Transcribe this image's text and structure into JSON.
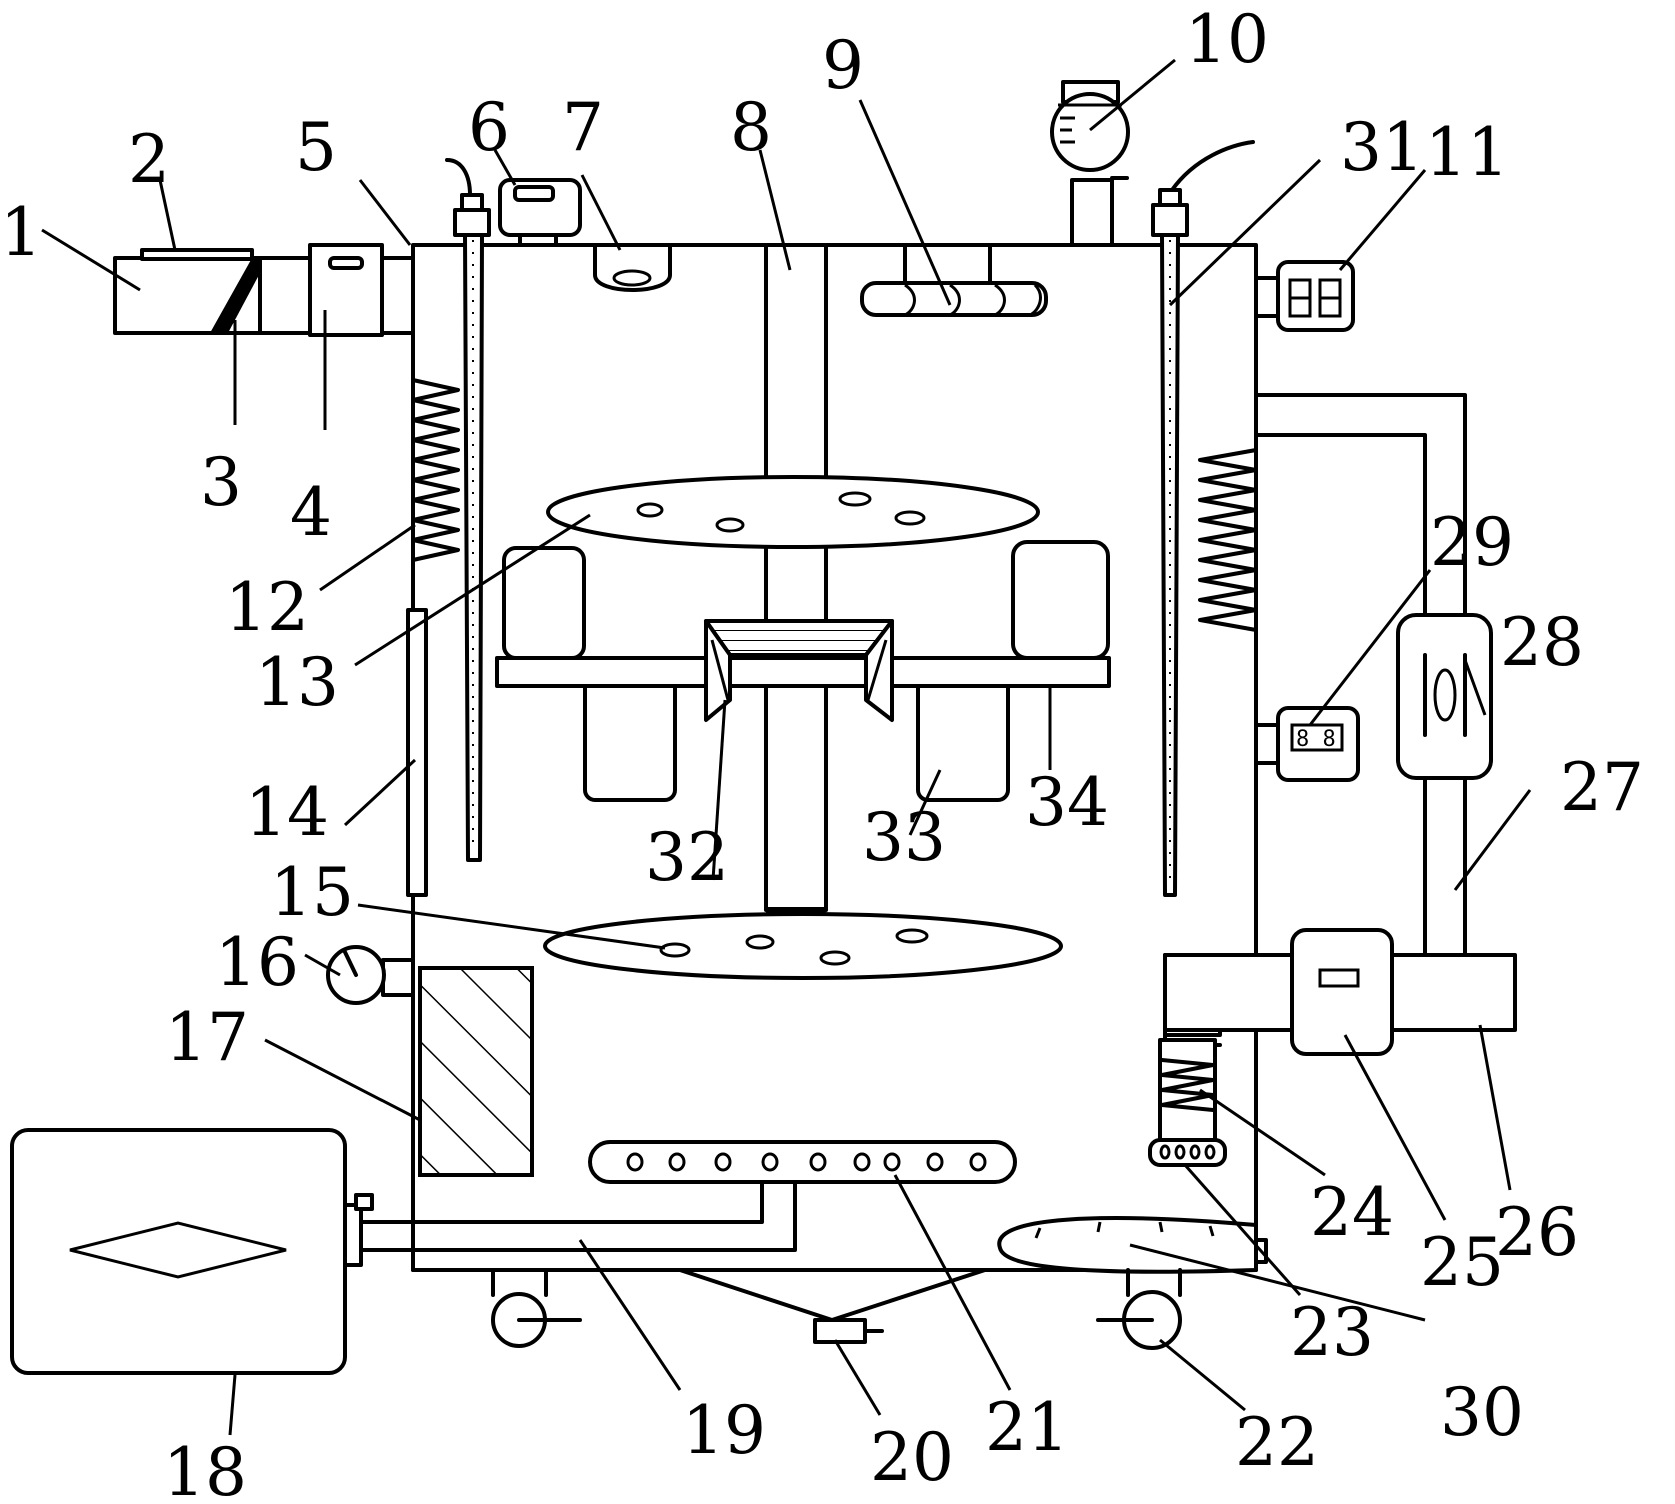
{
  "diagram": {
    "labels": [
      {
        "id": "1",
        "text": "1"
      },
      {
        "id": "2",
        "text": "2"
      },
      {
        "id": "3",
        "text": "3"
      },
      {
        "id": "4",
        "text": "4"
      },
      {
        "id": "5",
        "text": "5"
      },
      {
        "id": "6",
        "text": "6"
      },
      {
        "id": "7",
        "text": "7"
      },
      {
        "id": "8",
        "text": "8"
      },
      {
        "id": "9",
        "text": "9"
      },
      {
        "id": "10",
        "text": "10"
      },
      {
        "id": "11",
        "text": "11"
      },
      {
        "id": "12",
        "text": "12"
      },
      {
        "id": "13",
        "text": "13"
      },
      {
        "id": "14",
        "text": "14"
      },
      {
        "id": "15",
        "text": "15"
      },
      {
        "id": "16",
        "text": "16"
      },
      {
        "id": "17",
        "text": "17"
      },
      {
        "id": "18",
        "text": "18"
      },
      {
        "id": "19",
        "text": "19"
      },
      {
        "id": "20",
        "text": "20"
      },
      {
        "id": "21",
        "text": "21"
      },
      {
        "id": "22",
        "text": "22"
      },
      {
        "id": "23",
        "text": "23"
      },
      {
        "id": "24",
        "text": "24"
      },
      {
        "id": "25",
        "text": "25"
      },
      {
        "id": "26",
        "text": "26"
      },
      {
        "id": "27",
        "text": "27"
      },
      {
        "id": "28",
        "text": "28"
      },
      {
        "id": "29",
        "text": "29"
      },
      {
        "id": "30",
        "text": "30"
      },
      {
        "id": "31",
        "text": "31"
      },
      {
        "id": "32",
        "text": "32"
      },
      {
        "id": "33",
        "text": "33"
      },
      {
        "id": "34",
        "text": "34"
      }
    ]
  }
}
